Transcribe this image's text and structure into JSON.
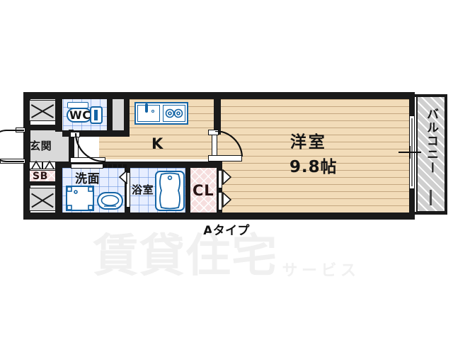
{
  "plan": {
    "type_label": "Aタイプ",
    "watermark_main": "賃貸住宅",
    "watermark_sub": "サービス",
    "colors": {
      "wall": "#1a1a1a",
      "wood_floor": "#f2dcb9",
      "tile_floor": "#e7eeff",
      "closet_pink": "#f6dede",
      "balcony_grey": "#cfcfcf",
      "fixture_blue": "#1464a5",
      "shoebox_pink": "#f6dede"
    }
  },
  "rooms": {
    "entrance": {
      "label": "玄関"
    },
    "shoebox": {
      "label": "SB"
    },
    "toilet": {
      "label": "WC"
    },
    "washroom": {
      "label": "洗面"
    },
    "bathroom": {
      "label": "浴室"
    },
    "kitchen": {
      "label": "K"
    },
    "closet": {
      "label": "CL"
    },
    "main_room": {
      "label": "洋室",
      "size": "9.8帖"
    },
    "balcony": {
      "label": "バルコニー"
    }
  },
  "fixtures": {
    "sink": "kitchen-sink",
    "stove": "two-burner-stove",
    "toilet_bowl": "toilet-fixture",
    "washer": "washing-machine",
    "vanity": "vanity-basin",
    "bathtub": "bathtub",
    "meter_box_top": "meter-box",
    "meter_box_bottom": "meter-box"
  }
}
